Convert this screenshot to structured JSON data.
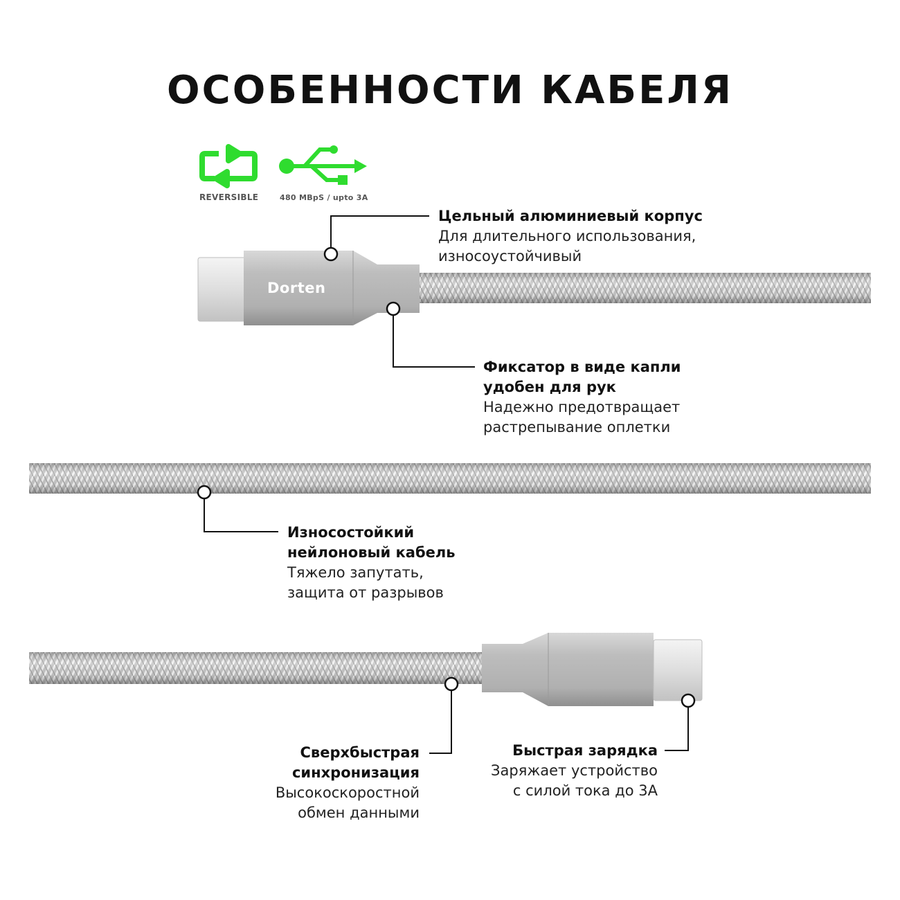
{
  "title": "ОСОБЕННОСТИ КАБЕЛЯ",
  "accent_color": "#2fdc2f",
  "icons": [
    {
      "name": "reversible-arrows-icon",
      "caption": "REVERSIBLE"
    },
    {
      "name": "usb-icon",
      "caption": "480 MBpS / upto 3A"
    }
  ],
  "brand": "Dorten",
  "features": {
    "body": {
      "title": "Цельный алюминиевый корпус",
      "lines": [
        "Для длительного использования,",
        "износоустойчивый"
      ]
    },
    "grip": {
      "title_lines": [
        "Фиксатор в виде капли",
        "удобен для рук"
      ],
      "lines": [
        "Надежно предотвращает",
        "растрепывание оплетки"
      ]
    },
    "nylon": {
      "title_lines": [
        "Износостойкий",
        "нейлоновый кабель"
      ],
      "lines": [
        "Тяжело запутать,",
        "защита от разрывов"
      ]
    },
    "sync": {
      "title_lines": [
        "Сверхбыстрая",
        "синхронизация"
      ],
      "lines": [
        "Высокоскоростной",
        "обмен данными"
      ]
    },
    "charge": {
      "title": "Быстрая зарядка",
      "lines": [
        "Заряжает устройство",
        "с силой тока до 3А"
      ]
    }
  }
}
